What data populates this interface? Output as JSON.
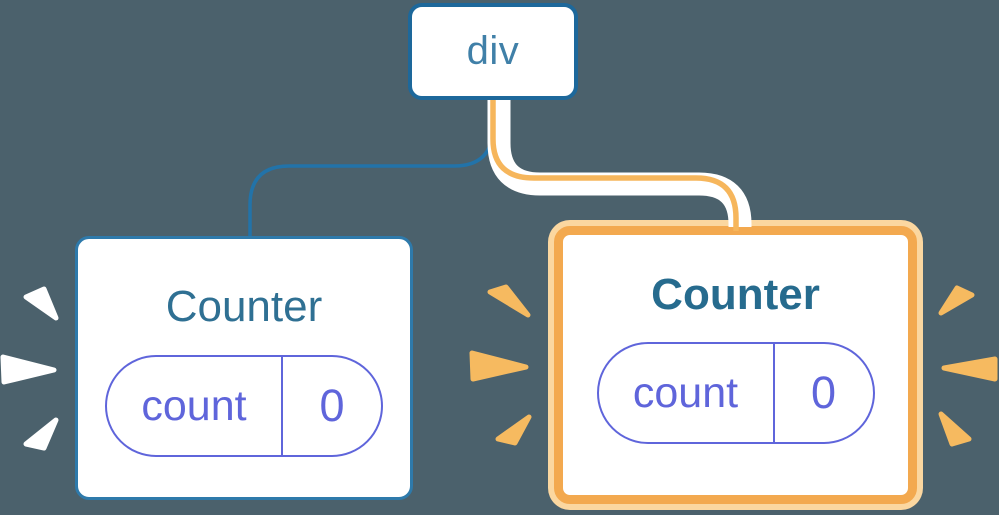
{
  "diagram": {
    "background_color": "#4b616c",
    "root": {
      "label": "div"
    },
    "edges": {
      "left_edge": {
        "style": "plain-line",
        "color": "#2273a9",
        "connects": "div to left Counter"
      },
      "right_edge": {
        "style": "highlighted-line",
        "casing_color": "#ffffff",
        "core_color": "#f6b65c",
        "connects": "div to right Counter"
      }
    },
    "left_counter": {
      "title": "Counter",
      "highlighted": false,
      "state": {
        "key": "count",
        "value": "0"
      },
      "burst_icon": "white-spark-burst"
    },
    "right_counter": {
      "title": "Counter",
      "highlighted": true,
      "state": {
        "key": "count",
        "value": "0"
      },
      "burst_icon_left": "orange-spark-burst",
      "burst_icon_right": "orange-spark-burst",
      "highlight_border_inner": "#f3a94f",
      "highlight_border_outer": "#fbd7a0"
    },
    "colors": {
      "node_border": "#1d689b",
      "node_text": "#4080a8",
      "card_border": "#2e7aab",
      "title_text": "#2f7093",
      "title_text_highlighted": "#266b8e",
      "pill_accent": "#5f65db",
      "spark_orange": "#f6ba60",
      "spark_white": "#ffffff"
    }
  }
}
